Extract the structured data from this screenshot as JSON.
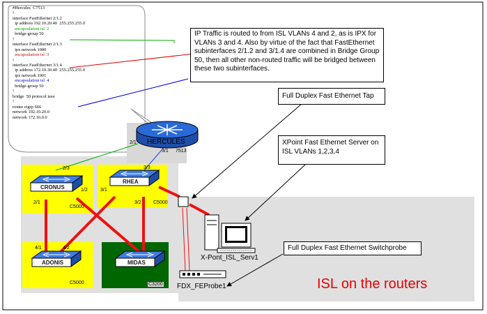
{
  "config": {
    "lines": [
      {
        "text": "#Hercules  C7513",
        "color": "black"
      },
      {
        "text": "!",
        "color": "black"
      },
      {
        "text": "interface FastEthernet 2/1.2",
        "color": "black"
      },
      {
        "text": "  ip address 192.10.20.40  255.255.255.0",
        "color": "black"
      },
      {
        "text": "  encapsulation isl  2",
        "color": "green"
      },
      {
        "text": "  bridge-group 50",
        "color": "black"
      },
      {
        "text": "!",
        "color": "black"
      },
      {
        "text": "interface FastEthernet 2/1.3",
        "color": "black"
      },
      {
        "text": "  ipx network 1000",
        "color": "black"
      },
      {
        "text": "  encapsulation isl  3",
        "color": "red"
      },
      {
        "text": "!",
        "color": "black"
      },
      {
        "text": "interface FastEthernet 3/1.4",
        "color": "black"
      },
      {
        "text": "  ip address 172.10.30.40  255.255.255.0",
        "color": "black"
      },
      {
        "text": "  ipx network 1001",
        "color": "black"
      },
      {
        "text": "  encapsulation isl  4",
        "color": "blue"
      },
      {
        "text": "  bridge-group 50",
        "color": "black"
      },
      {
        "text": "!",
        "color": "black"
      },
      {
        "text": "bridge  50 protocol ieee",
        "color": "black"
      },
      {
        "text": "!",
        "color": "black"
      },
      {
        "text": "router eigrp 666",
        "color": "black"
      },
      {
        "text": "network 192.10.20.0",
        "color": "black"
      },
      {
        "text": "network 172.10.0.0",
        "color": "black"
      }
    ]
  },
  "callouts": {
    "ip_traffic": "IP Traffic is routed to from ISL VLANs 4 and 2, as is IPX for VLANs 3 and 4. Also by virtue of the fact that FastEthernet subinterfaces 2/1.2 and 3/1.4 are combined in Bridge Group 50, then all other non-routed traffic will be bridged between these two subinterfaces.",
    "tap": "Full Duplex Fast Ethernet Tap",
    "xpoint": "XPoint Fast Ethernet Server on ISL VLANs 1,2,3,4",
    "probe": "Full Duplex Fast Ethernet Switchprobe"
  },
  "router": {
    "name": "HERCULES",
    "model": "7513",
    "port_left": "2/1",
    "port_right": "3/1"
  },
  "switches": {
    "cronus": {
      "name": "CRONUS",
      "model": "C5000",
      "ports": [
        "2/3",
        "1/2",
        "2/1"
      ]
    },
    "rhea": {
      "name": "RHEA",
      "model": "C5000",
      "ports": [
        "3/3",
        "3/1",
        "3/2"
      ]
    },
    "adonis": {
      "name": "ADONIS",
      "model": "C5000",
      "ports": [
        "4/1",
        "4/2"
      ]
    },
    "midas": {
      "name": "MIDAS",
      "model": "C3200"
    }
  },
  "hosts": {
    "server": "X-Pont_ISL_Serv1",
    "probe": "FDX_FEProbe1"
  },
  "title": "ISL on the routers",
  "colors": {
    "switch_bg": "#ffff00",
    "midas_bg": "#006600",
    "lan_bg": "#e0e0e0",
    "link": "#ee1111",
    "router": "#2a5dbf",
    "switch_icon": "#2b69d8",
    "title": "#e60000"
  }
}
